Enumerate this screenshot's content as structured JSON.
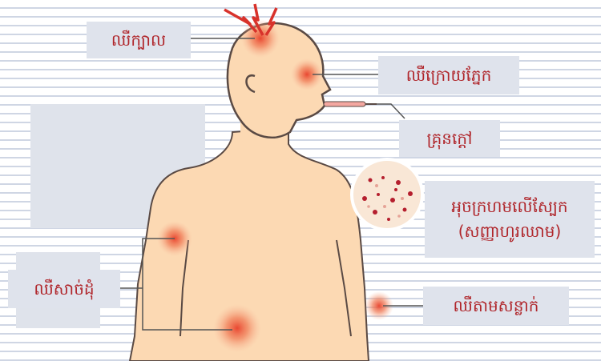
{
  "labels": {
    "headache": "ឈឺក្បាល",
    "eye_pain": "ឈឺក្រោយភ្នែក",
    "fever": "គ្រុនក្តៅ",
    "rash_line1": "អុចក្រហមលើស្បែក",
    "rash_line2": "(សញ្ញាហូរឈាម)",
    "muscle_pain": "ឈឺសាច់ដុំ",
    "joint_pain": "ឈឺតាមសន្លាក់"
  },
  "colors": {
    "skin": "#fcd9b3",
    "outline": "#5a4a44",
    "label_bg": "#dfe3ec",
    "label_text": "#b0262b",
    "pain_spot": "#e8402a",
    "lightning": "#d8322b"
  }
}
